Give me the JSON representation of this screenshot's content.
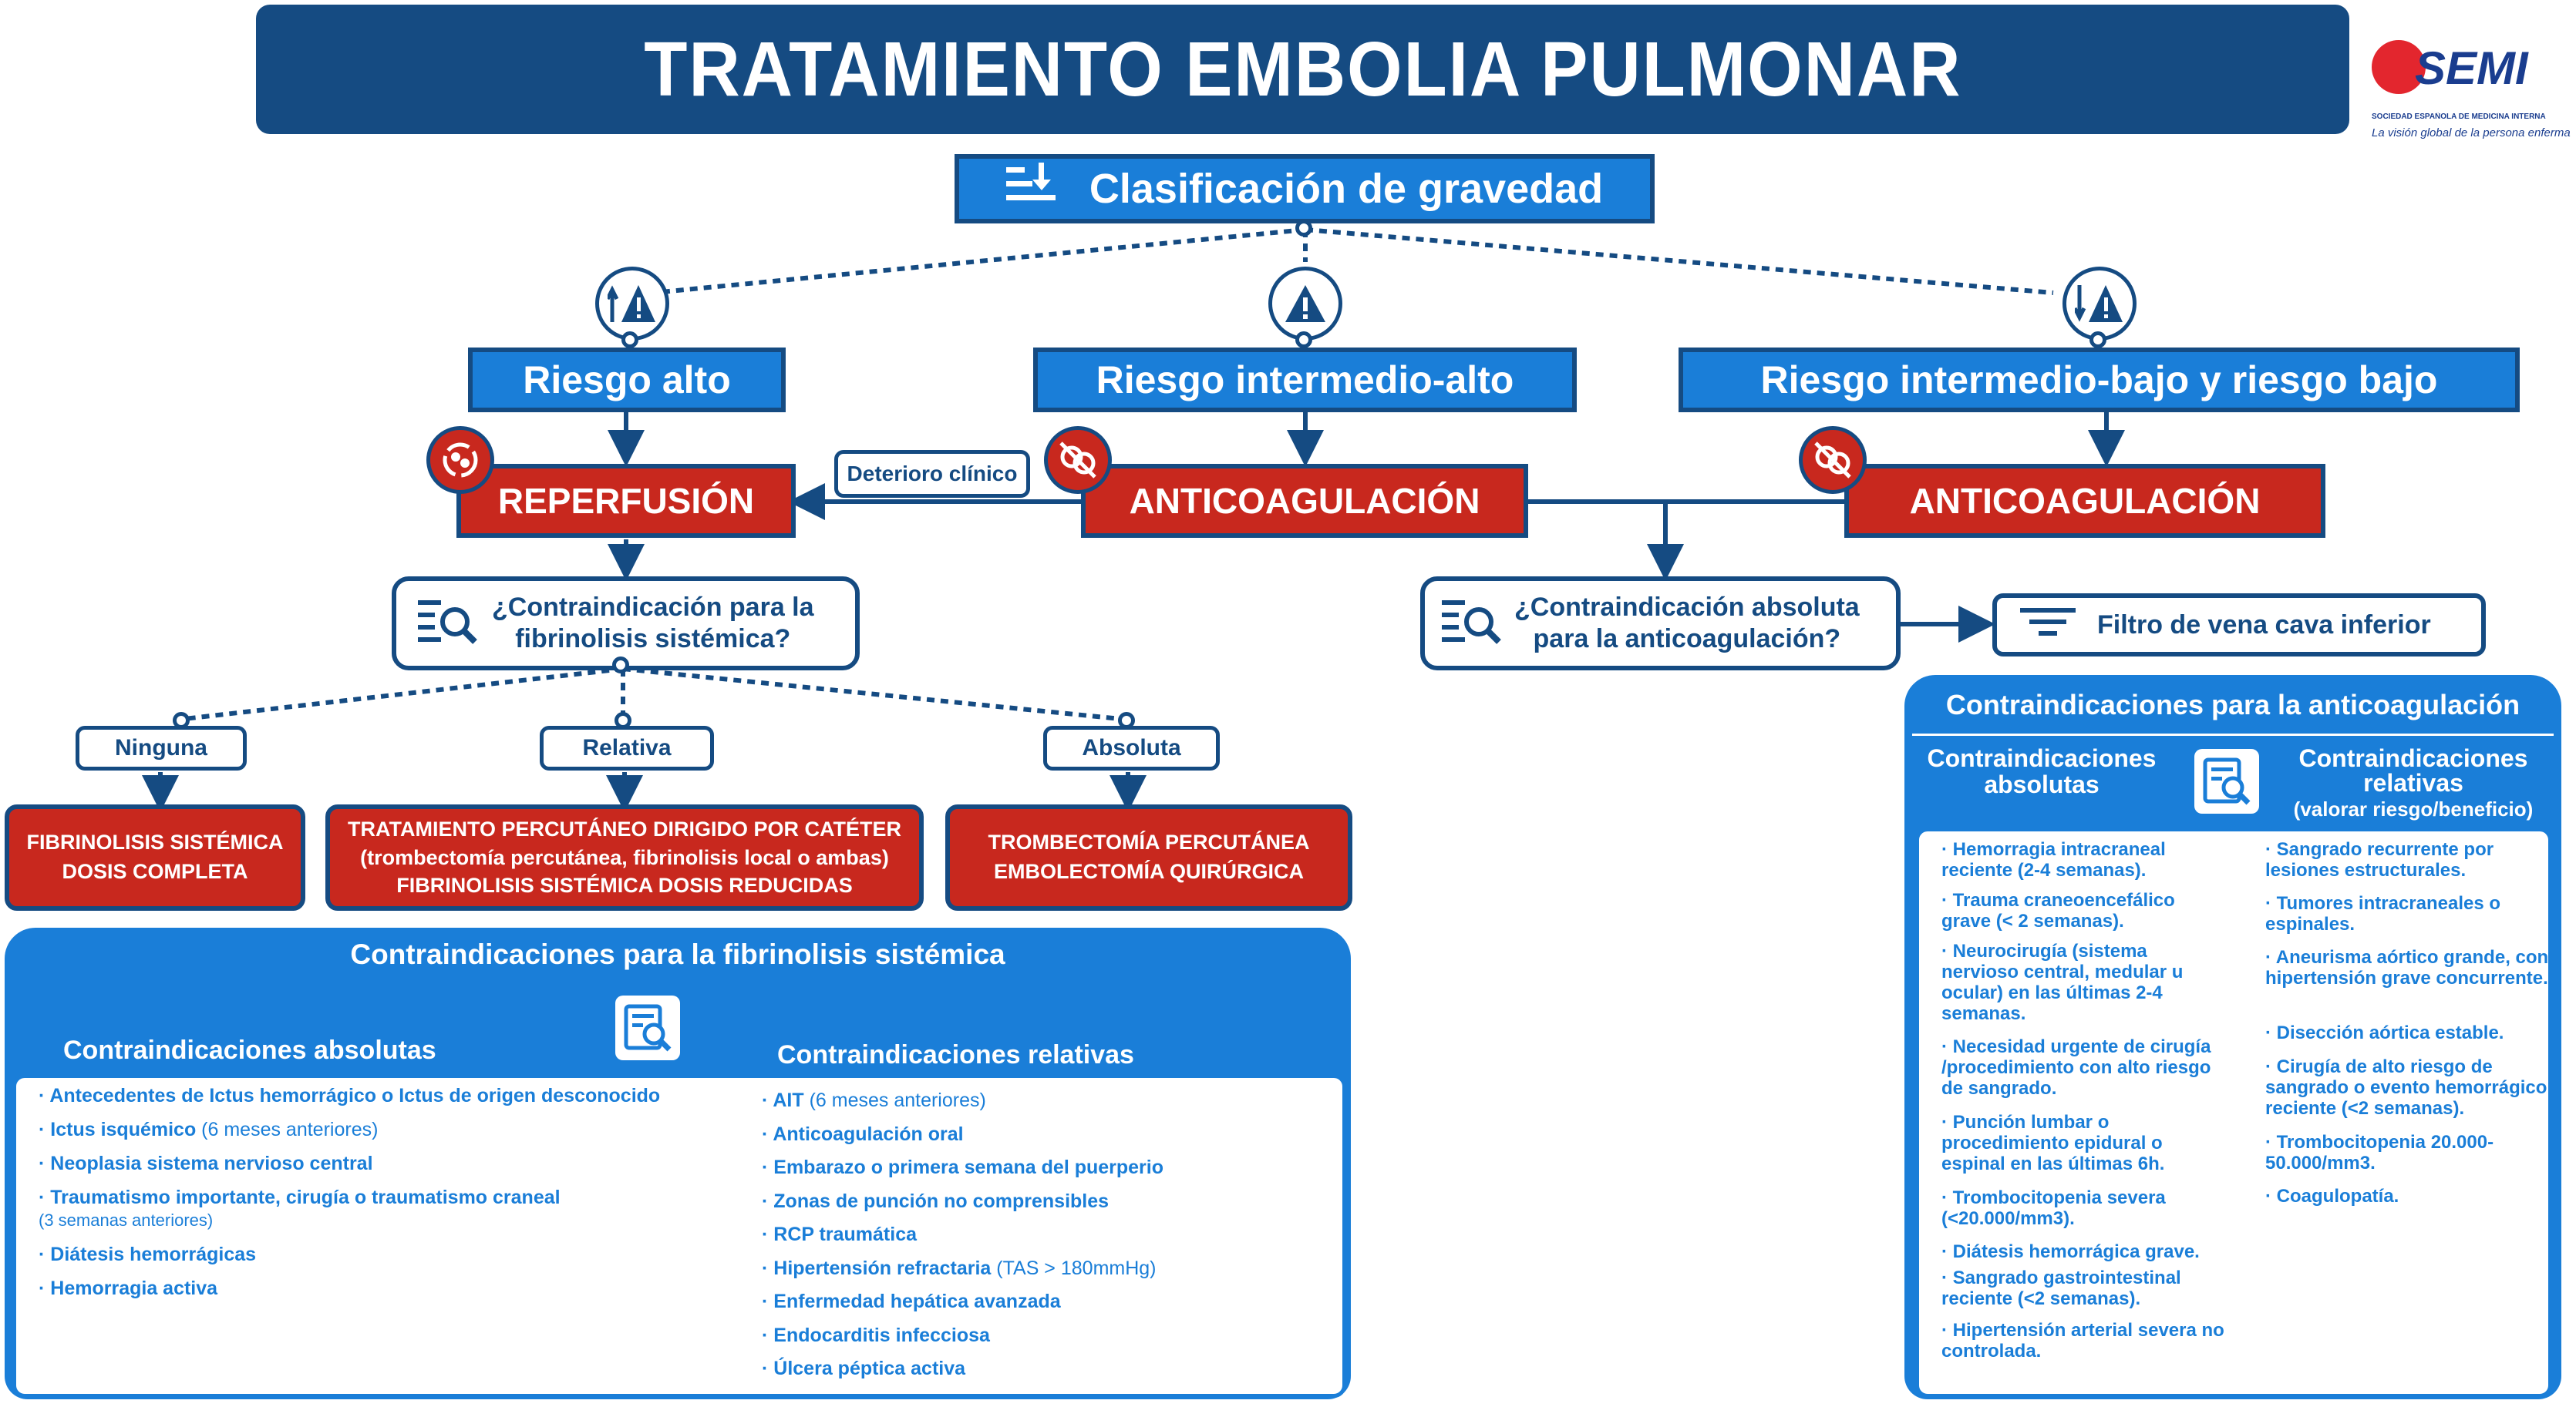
{
  "title": "TRATAMIENTO EMBOLIA PULMONAR",
  "logo": {
    "name": "SEMI",
    "subtitle": "SOCIEDAD ESPAÑOLA DE MEDICINA INTERNA",
    "tagline": "La visión global de la persona enferma"
  },
  "classification": "Clasificación de gravedad",
  "risks": {
    "high": "Riesgo alto",
    "intermediate_high": "Riesgo intermedio-alto",
    "low": "Riesgo intermedio-bajo y riesgo bajo"
  },
  "treatments": {
    "reperfusion": "REPERFUSIÓN",
    "anticoag_mid": "ANTICOAGULACIÓN",
    "anticoag_low": "ANTICOAGULACIÓN"
  },
  "deterioro": "Deterioro clínico",
  "question_fibrinolysis": [
    "¿Contraindicación para la",
    "fibrinolisis sistémica?"
  ],
  "question_anticoag": [
    "¿Contraindicación absoluta",
    "para la anticoagulación?"
  ],
  "filter": "Filtro de vena cava inferior",
  "options": {
    "none": "Ninguna",
    "relative": "Relativa",
    "absolute": "Absoluta"
  },
  "outcomes": {
    "none": [
      "FIBRINOLISIS SISTÉMICA",
      "DOSIS COMPLETA"
    ],
    "relative": [
      "TRATAMIENTO PERCUTÁNEO DIRIGIDO POR CATÉTER",
      "(trombectomía percutánea, fibrinolisis local o ambas)",
      "FIBRINOLISIS SISTÉMICA DOSIS REDUCIDAS"
    ],
    "absolute": [
      "TROMBECTOMÍA PERCUTÁNEA",
      "EMBOLECTOMÍA QUIRÚRGICA"
    ]
  },
  "fibrinolysis_panel": {
    "title": "Contraindicaciones para la fibrinolisis sistémica",
    "absolute_title": "Contraindicaciones absolutas",
    "relative_title": "Contraindicaciones relativas",
    "absolute": [
      {
        "text": "Antecedentes de Ictus hemorrágico o Ictus de origen desconocido",
        "note": ""
      },
      {
        "text": "Ictus isquémico",
        "note": " (6 meses anteriores)"
      },
      {
        "text": "Neoplasia sistema nervioso central",
        "note": ""
      },
      {
        "text": "Traumatismo importante, cirugía o traumatismo craneal",
        "note": "(3 semanas anteriores)"
      },
      {
        "text": "Diátesis hemorrágicas",
        "note": ""
      },
      {
        "text": "Hemorragia activa",
        "note": ""
      }
    ],
    "relative": [
      {
        "text": "AIT",
        "note": " (6 meses anteriores)"
      },
      {
        "text": "Anticoagulación oral",
        "note": ""
      },
      {
        "text": "Embarazo o primera semana del puerperio",
        "note": ""
      },
      {
        "text": "Zonas de punción no comprensibles",
        "note": ""
      },
      {
        "text": "RCP traumática",
        "note": ""
      },
      {
        "text": "Hipertensión refractaria",
        "note": " (TAS > 180mmHg)"
      },
      {
        "text": "Enfermedad hepática avanzada",
        "note": ""
      },
      {
        "text": "Endocarditis infecciosa",
        "note": ""
      },
      {
        "text": "Úlcera péptica activa",
        "note": ""
      }
    ]
  },
  "anticoag_panel": {
    "title": "Contraindicaciones para la anticoagulación",
    "absolute_title": [
      "Contraindicaciones",
      "absolutas"
    ],
    "relative_title": [
      "Contraindicaciones",
      "relativas",
      "(valorar riesgo/beneficio)"
    ],
    "absolute": [
      "Hemorragia intracraneal reciente (2-4 semanas).",
      "Trauma craneoencefálico grave (< 2 semanas).",
      "Neurocirugía (sistema nervioso central, medular u ocular) en las últimas 2-4 semanas.",
      "Necesidad urgente de cirugía /procedimiento con alto riesgo de sangrado.",
      "Punción lumbar o procedimiento epidural o espinal en las últimas 6h.",
      "Trombocitopenia severa (<20.000/mm3).",
      "Diátesis hemorrágica grave.",
      "Sangrado gastrointestinal reciente (<2 semanas).",
      "Hipertensión arterial severa no controlada."
    ],
    "relative": [
      "Sangrado recurrente por lesiones estructurales.",
      "Tumores intracraneales o espinales.",
      "Aneurisma aórtico grande, con hipertensión grave concurrente.",
      "Disección aórtica estable.",
      "Cirugía de alto riesgo de sangrado o evento hemorrágico reciente (<2 semanas).",
      "Trombocitopenia 20.000-50.000/mm3.",
      "Coagulopatía."
    ]
  },
  "colors": {
    "navy": "#154b82",
    "blue": "#1a7ed8",
    "red": "#c8281e",
    "white": "#ffffff"
  },
  "icons": [
    "sort-icon",
    "warning-up-icon",
    "warning-icon",
    "warning-down-icon",
    "reperfusion-icon",
    "anticoag-icon",
    "search-doc-icon",
    "filter-icon",
    "semi-logo-icon"
  ]
}
